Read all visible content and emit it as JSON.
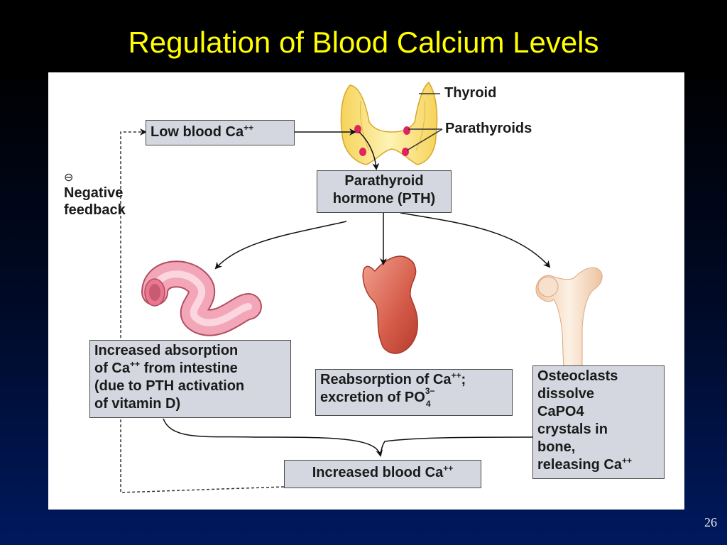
{
  "slide": {
    "title": "Regulation of Blood Calcium Levels",
    "page_number": "26"
  },
  "labels": {
    "thyroid": "Thyroid",
    "parathyroids": "Parathyroids",
    "negative_symbol": "⊖",
    "negative_line1": "Negative",
    "negative_line2": "feedback"
  },
  "boxes": {
    "low_calcium": {
      "text": "Low blood Ca",
      "sup": "++"
    },
    "pth": {
      "line1": "Parathyroid",
      "line2": "hormone (PTH)"
    },
    "intestine": {
      "line1": "Increased absorption",
      "line2a": "of Ca",
      "line2sup": "++",
      "line2b": " from intestine",
      "line3": "(due to PTH activation",
      "line4": "of vitamin D)"
    },
    "kidney": {
      "line1a": "Reabsorption of Ca",
      "line1sup": "++",
      "line1b": ";",
      "line2a": "excretion of PO",
      "line2sup": "3−",
      "line2sub": "4"
    },
    "bone": {
      "line1": "Osteoclasts",
      "line2": "dissolve",
      "line3": "CaPO4",
      "line4": "crystals in",
      "line5": "bone,",
      "line6a": "releasing Ca",
      "line6sup": "++"
    },
    "high_calcium": {
      "text": "Increased blood Ca",
      "sup": "++"
    }
  },
  "colors": {
    "title": "#ffff00",
    "box_fill": "#d4d7df",
    "thyroid_gland": "#f7e27a",
    "parathyroid_gland": "#e0245e",
    "intestine": "#f2a6b8",
    "kidney": "#cf5a4a",
    "bone": "#f4dcc4"
  }
}
